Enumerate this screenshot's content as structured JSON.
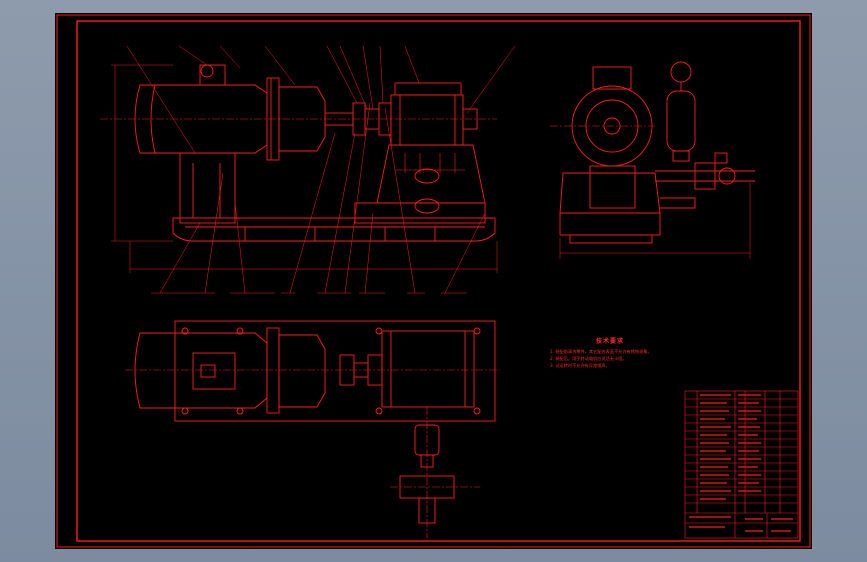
{
  "colors": {
    "background": "#8e9bad",
    "sheet": "#000000",
    "line": "#ff1a1a"
  },
  "tech_notes": {
    "title": "技术要求",
    "items": [
      "1. 装配前清洗零件，其它配合表面不允许有锈蚀现象。",
      "2. 装配后，用手转动电机应灵活无卡阻。",
      "3. 试运转时不允许有异常噪声。"
    ]
  }
}
